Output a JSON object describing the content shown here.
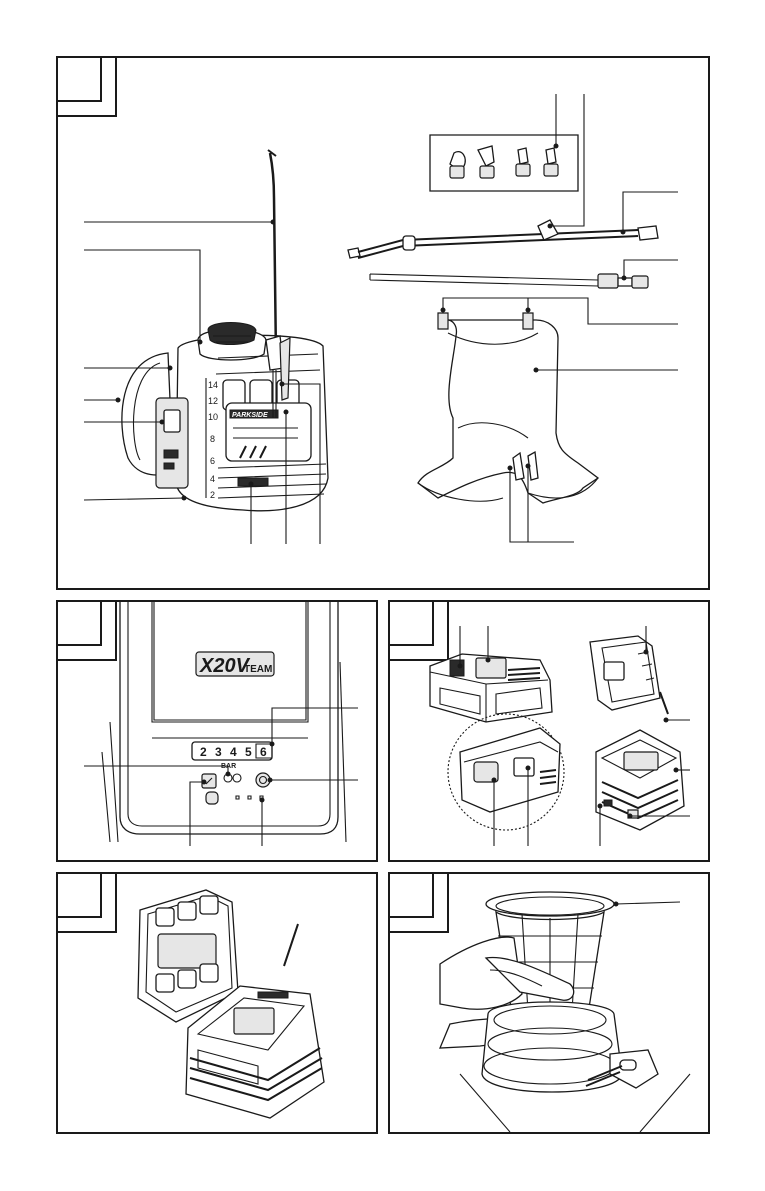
{
  "figure1": {
    "brand_label": "PARKSIDE",
    "gauge_ticks": [
      "14",
      "12",
      "10",
      "8",
      "6",
      "4",
      "2"
    ]
  },
  "figure2": {
    "logo_text": "X20V",
    "logo_team": "TEAM",
    "pressure_levels": [
      "2",
      "3",
      "4",
      "5",
      "6"
    ],
    "pressure_unit": "BAR"
  },
  "figure5": {},
  "colors": {
    "line": "#1a1a1a",
    "background": "#ffffff"
  }
}
